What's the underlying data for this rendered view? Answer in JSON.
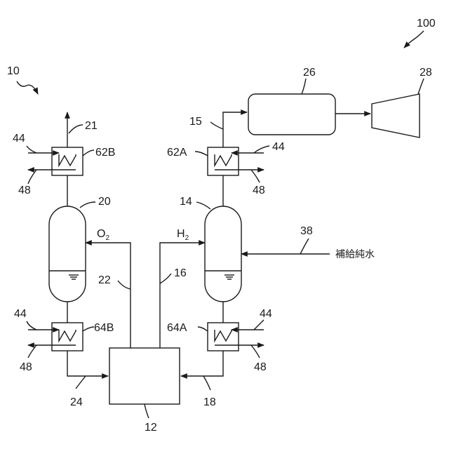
{
  "labels": {
    "system_left": "10",
    "system_right": "100",
    "electrolyzer": "12",
    "h2_separator": "14",
    "h2_line": "16",
    "h2_return": "18",
    "o2_separator": "20",
    "o2_vent": "21",
    "o2_line": "22",
    "o2_return": "24",
    "storage": "26",
    "engine": "28",
    "makeup_line": "38",
    "coolant_in": "44",
    "coolant_out": "48",
    "hx_62a": "62A",
    "hx_62b": "62B",
    "hx_64a": "64A",
    "hx_64b": "64B",
    "h2_supply": "15"
  },
  "gas_labels": {
    "o2_main": "O",
    "o2_sub": "2",
    "h2_main": "H",
    "h2_sub": "2"
  },
  "makeup_water": "補給純水"
}
